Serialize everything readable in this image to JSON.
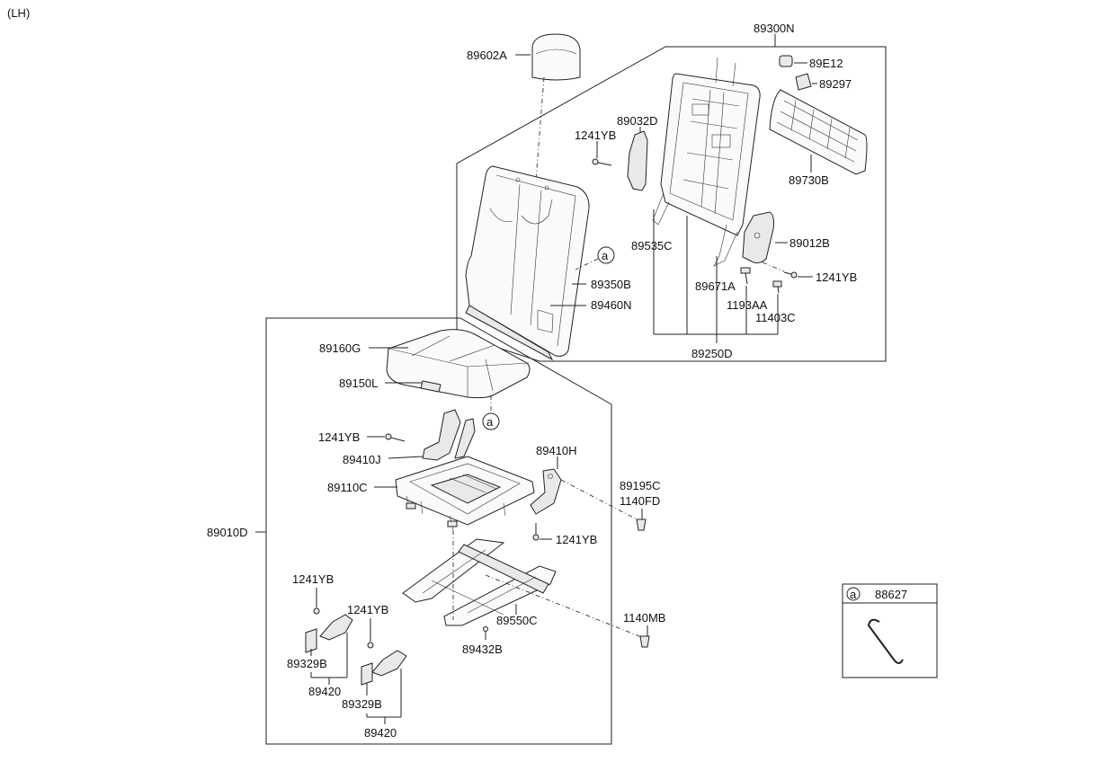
{
  "diagram": {
    "side_label": "(LH)",
    "callout_mark": "a",
    "labels": {
      "p89300N": "89300N",
      "p89E12": "89E12",
      "p89297": "89297",
      "p89602A": "89602A",
      "p89032D": "89032D",
      "p1241YB_a": "1241YB",
      "p89730B": "89730B",
      "p89535C": "89535C",
      "p89012B": "89012B",
      "p89350B": "89350B",
      "p89671A": "89671A",
      "p1241YB_b": "1241YB",
      "p89460N": "89460N",
      "p1193AA": "1193AA",
      "p11403C": "11403C",
      "p89250D": "89250D",
      "p89160G": "89160G",
      "p89150L": "89150L",
      "p1241YB_c": "1241YB",
      "p89410J": "89410J",
      "p89410H": "89410H",
      "p89110C": "89110C",
      "p89195C": "89195C",
      "p1140FD": "1140FD",
      "p89010D": "89010D",
      "p1241YB_d": "1241YB",
      "p1241YB_e": "1241YB",
      "p1241YB_f": "1241YB",
      "p89550C": "89550C",
      "p1140MB": "1140MB",
      "p89432B": "89432B",
      "p89329B_a": "89329B",
      "p89420_a": "89420",
      "p89329B_b": "89329B",
      "p89420_b": "89420"
    },
    "inset": {
      "mark": "a",
      "part": "88627"
    }
  }
}
